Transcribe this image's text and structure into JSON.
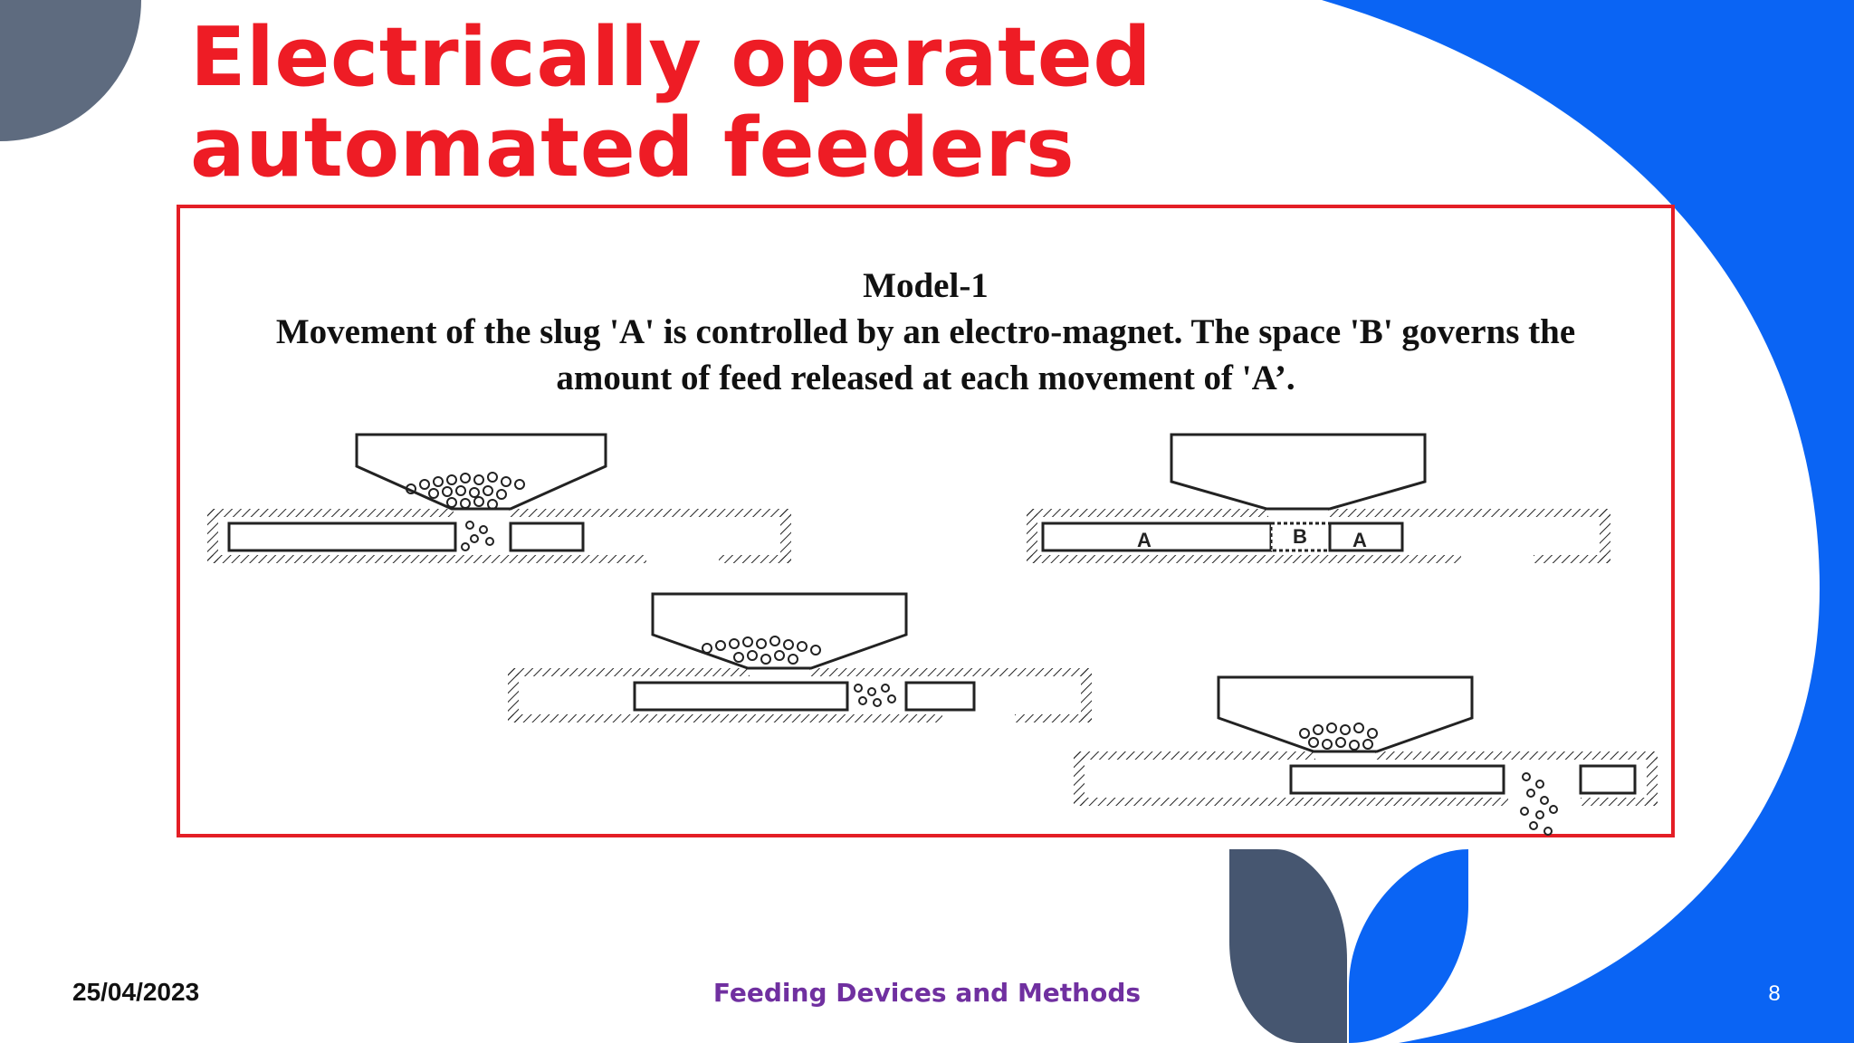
{
  "slide": {
    "title": "Electrically operated automated feeders",
    "model_heading": "Model-1",
    "description_line1": "Movement of the slug 'A' is controlled by an electro-magnet. The space 'B' governs the",
    "description_line2": "amount of feed released at each movement of 'A’.",
    "diagram_labels": {
      "slug": "A",
      "space": "B"
    },
    "footer": {
      "date": "25/04/2023",
      "center": "Feeding Devices and Methods",
      "page": "8"
    }
  },
  "colors": {
    "title": "#ee1c25",
    "frame_border": "#e41e26",
    "accent_blue": "#0a64f4",
    "accent_slate": "#465670",
    "corner_gray": "#5e6b7f",
    "footer_center": "#7030a0"
  }
}
